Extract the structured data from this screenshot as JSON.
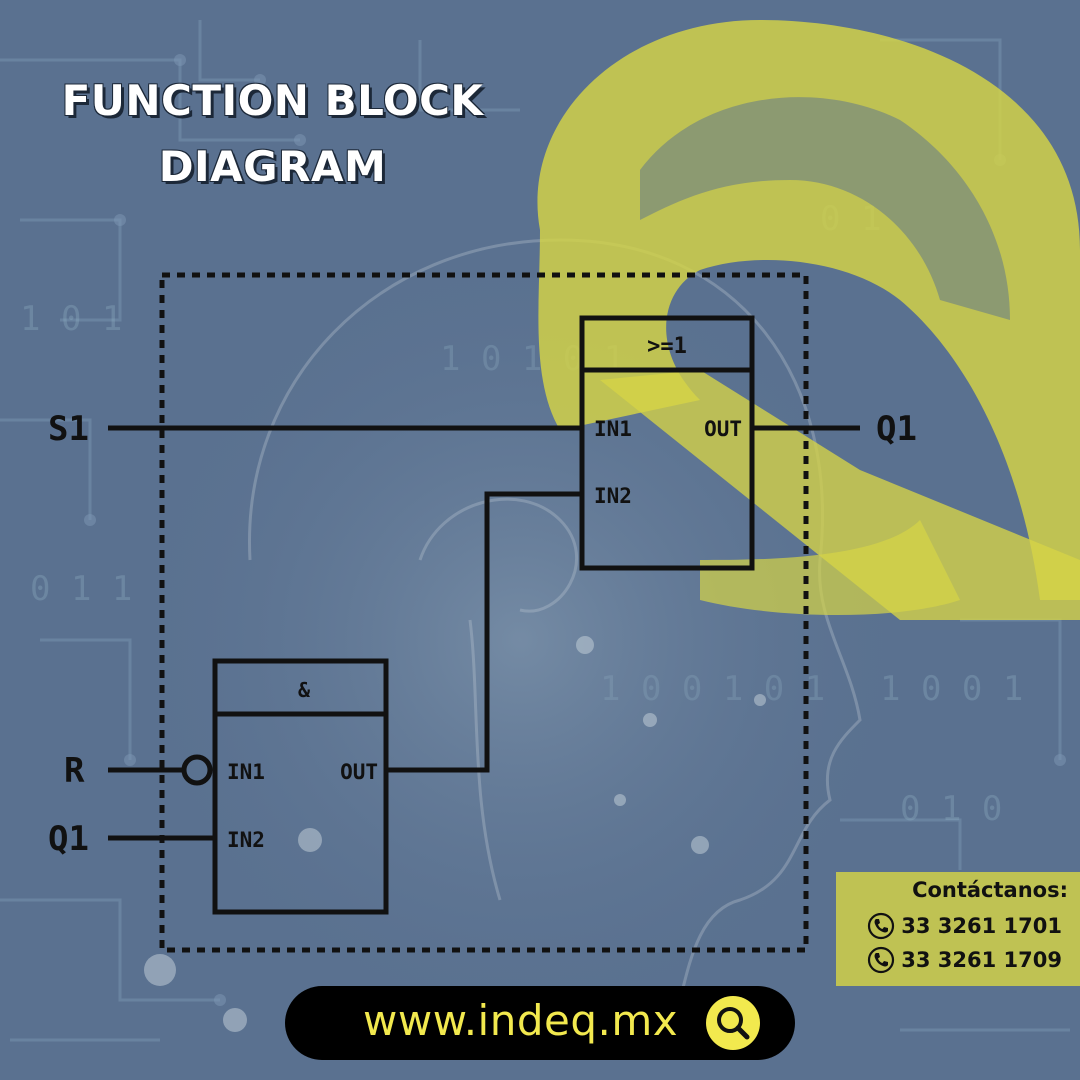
{
  "title": {
    "line1": "FUNCTION BLOCK",
    "line2": "DIAGRAM"
  },
  "diagram": {
    "or_block": {
      "header": ">=1",
      "in1": "IN1",
      "in2": "IN2",
      "out": "OUT"
    },
    "and_block": {
      "header": "&",
      "in1": "IN1",
      "in2": "IN2",
      "out": "OUT"
    },
    "signals": {
      "s1": "S1",
      "q1_out": "Q1",
      "r": "R",
      "q1_in": "Q1"
    }
  },
  "contact": {
    "title": "Contáctanos:",
    "phones": [
      "33 3261 1701",
      "33 3261 1709"
    ]
  },
  "website": {
    "url": "www.indeq.mx"
  },
  "colors": {
    "background": "#5b7290",
    "logo_yellow": "#d6d446",
    "url_yellow": "#f2e94e",
    "line_black": "#111111"
  },
  "icons": {
    "phone": "phone-icon",
    "search": "search-icon",
    "logo": "indeq-logo"
  }
}
